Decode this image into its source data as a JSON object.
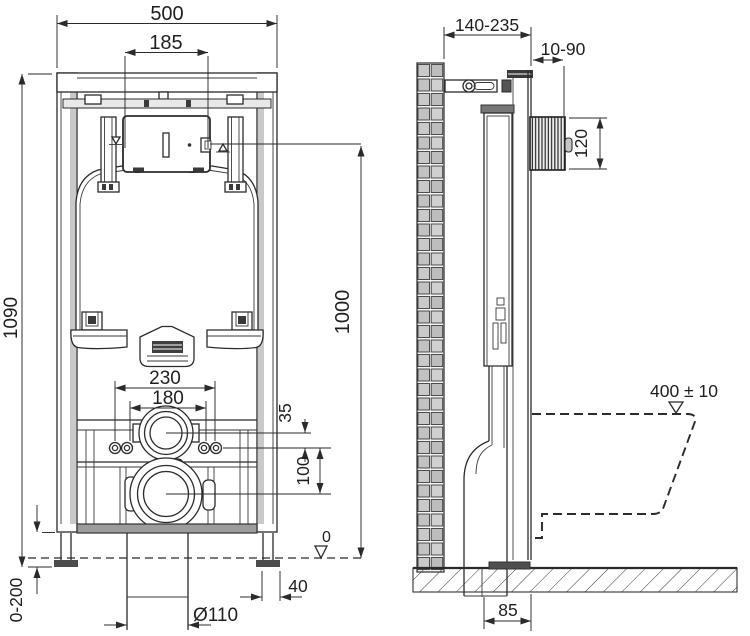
{
  "drawing": {
    "front_view": {
      "frame_width": "500",
      "flush_plate_width": "185",
      "frame_height": "1090",
      "flush_plate_height": "1000",
      "outer_fixing_spacing": "230",
      "inner_fixing_spacing": "180",
      "flush_to_fixing_offset": "35",
      "fixing_to_drain_offset": "100",
      "floor_level": "0",
      "foot_adjust_range": "0-200",
      "foot_offset": "40",
      "drain_diameter": "Ø110"
    },
    "side_view": {
      "frame_depth_range": "140-235",
      "wall_finish_range": "10-90",
      "button_panel_height": "120",
      "bowl_height": "400 ± 10",
      "drain_to_wall": "85"
    },
    "colors": {
      "line": "#2b2b2b",
      "tile_gray": "#c9c9c9",
      "rail_gray": "#9c9c9c",
      "foot_gray": "#4c4c4c"
    }
  }
}
